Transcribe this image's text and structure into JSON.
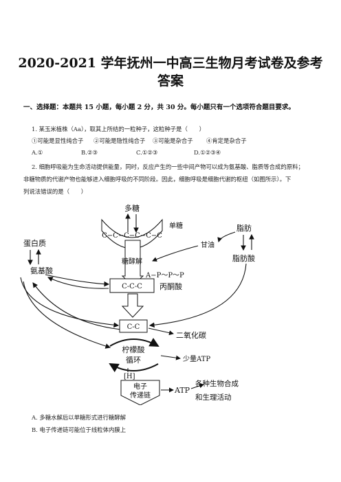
{
  "title_line1": "2020-2021 学年抚州一中高三生物月考试卷及参考",
  "title_line2": "答案",
  "section1": "一、选择题：本题共 15 小题，每小题 2 分，共 30 分。每小题只有一个选项符合题目要求。",
  "q1": {
    "stem": "1. 某玉米植株（Aa），取其上所结的一粒种子，这粒种子是（　　）",
    "statements": [
      "①可能是显性纯合子",
      "②可能是隐性纯合子",
      "③可能是杂合子",
      "④肯定是杂合子"
    ],
    "options": [
      "A.①",
      "B.②③",
      "C.①②③",
      "D.①②③④"
    ]
  },
  "q2": {
    "line1": "2. 细胞呼吸能为生命活动提供能量，同时，反应产生的一些中间产物可以成为氨基酸、脂质等合成的原料；",
    "line2": "非糖物质的代谢产物也能够进入细胞呼吸的不同阶段。因此，细胞呼吸是细胞代谢的枢纽（如图所示）。下",
    "line3": "列说法错误的是（　　）",
    "options": [
      "A. 多糖水解后以单糖形式进行糖酵解",
      "B. 电子传递链可能位于线粒体内膜上"
    ]
  },
  "diagram": {
    "polysaccharide": "多糖",
    "monosaccharide": "单糖",
    "chain6": "C−C−C−C−C−C",
    "glycolysis": "糖酵解",
    "protein": "蛋白质",
    "amino_acid": "氨基酸",
    "fat": "脂肪",
    "glycerol": "甘油",
    "fatty_acid": "脂肪酸",
    "atp_formula": "A−P～P～P",
    "c3": "C-C-C",
    "pyruvate": "丙酮酸",
    "c2": "C-C",
    "co2": "二氧化碳",
    "citric": "柠檬酸",
    "cycle": "循环",
    "little_atp": "少量ATP",
    "h": "[H]",
    "etc1": "电子",
    "etc2": "传递链",
    "atp": "ATP",
    "synth1": "各种生物合成",
    "synth2": "和生理活动"
  }
}
